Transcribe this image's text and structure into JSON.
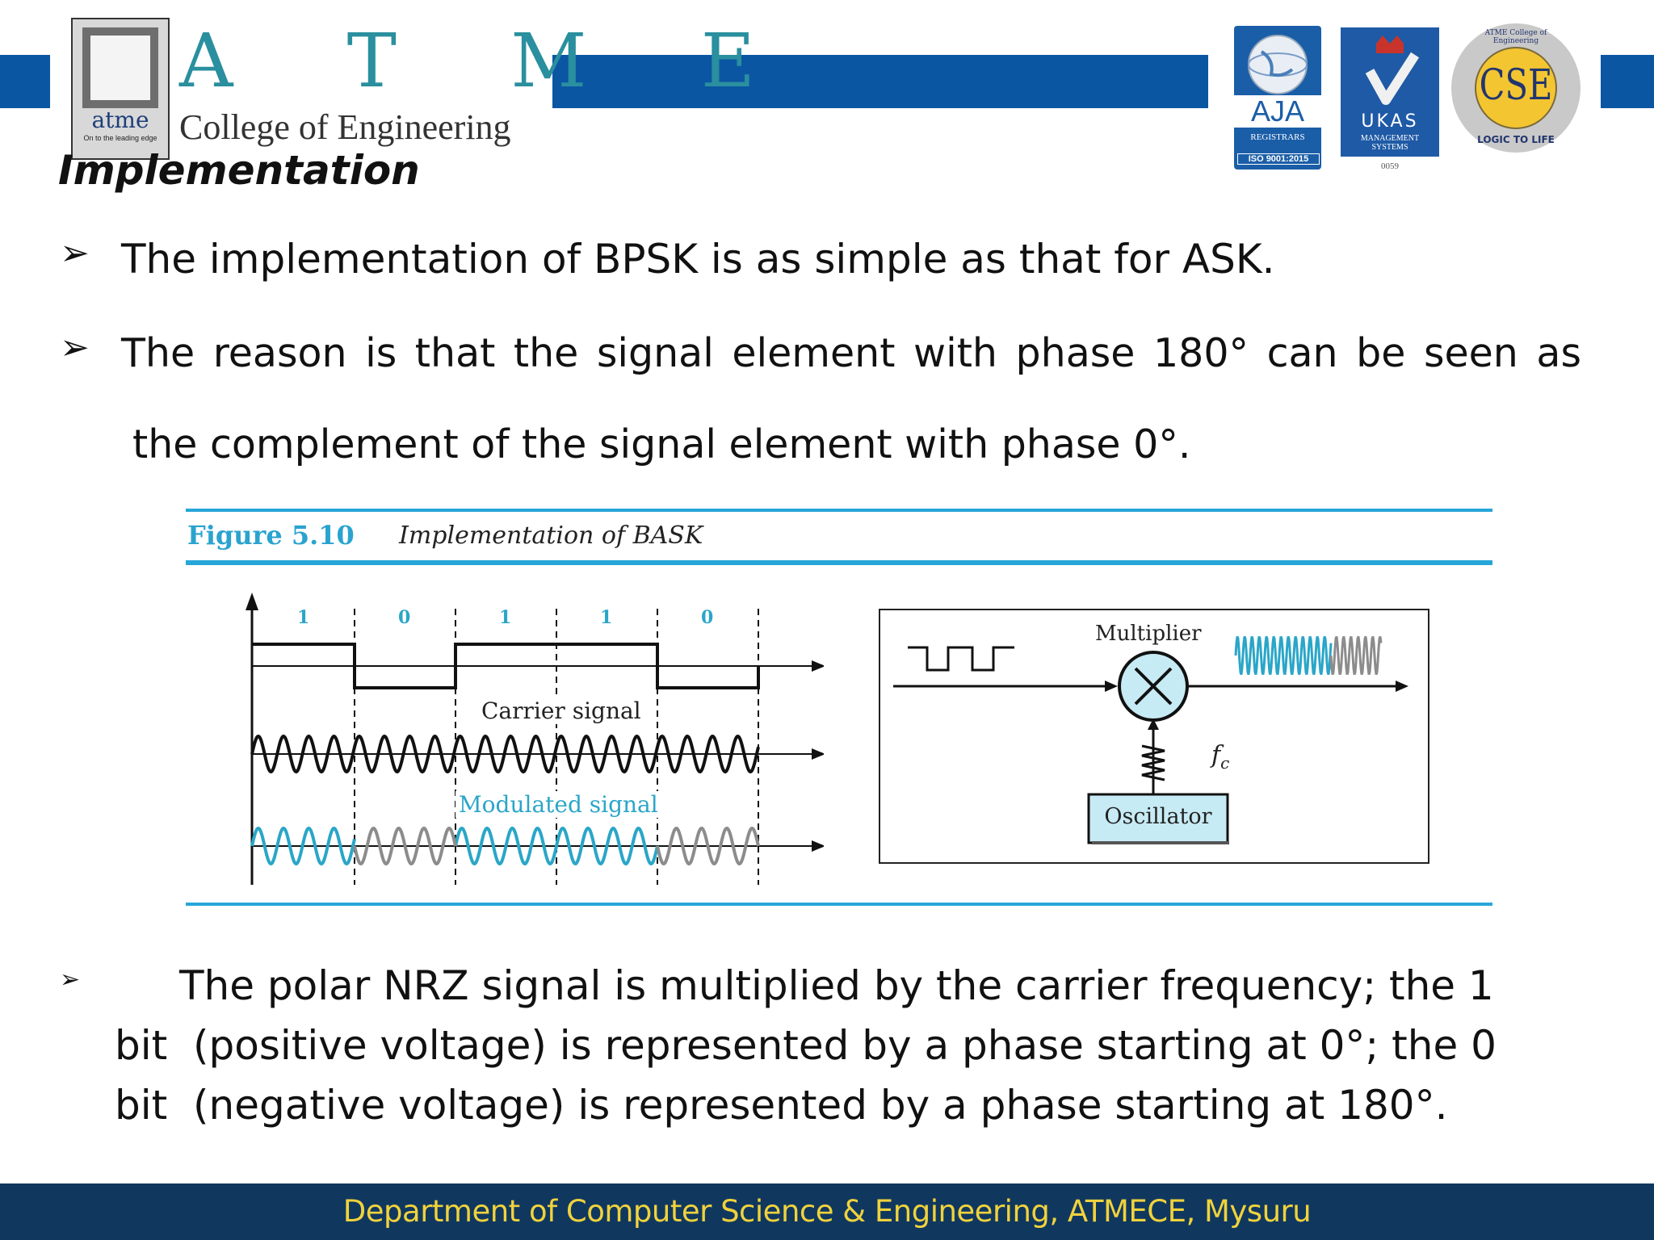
{
  "header": {
    "logo_word": "atme",
    "logo_tagline": "On to the leading edge",
    "brand_letters": "A T M E",
    "college_name": "College of Engineering",
    "cert_aja": "AJA",
    "cert_aja_sub": "REGISTRARS",
    "cert_aja_iso": "ISO 9001:2015",
    "cert_ukas": "UKAS",
    "cert_ukas_sub": "MANAGEMENT SYSTEMS",
    "cert_ukas_num": "0059",
    "cert_cse": "CSE",
    "cert_cse_ring": "ATME College of Engineering",
    "cert_cse_motto": "LOGIC TO LIFE"
  },
  "slide": {
    "heading": "Implementation",
    "bullet1": "The implementation of BPSK is as simple as that for ASK.",
    "bullet2_line1": "The reason is that the signal element with phase 180° can be seen as",
    "bullet2_line2": "the complement of the signal element with phase 0°.",
    "bullet3_line1": "The polar NRZ signal is multiplied by the carrier frequency; the 1",
    "bullet3_line2": "bit  (positive voltage) is represented by a phase starting at 0°; the 0",
    "bullet3_line3": "bit  (negative voltage) is represented by a phase starting at 180°."
  },
  "figure": {
    "number": "Figure 5.10",
    "title": "Implementation of BASK",
    "bits": [
      "1",
      "0",
      "1",
      "1",
      "0"
    ],
    "carrier_label": "Carrier signal",
    "modulated_label": "Modulated signal",
    "multiplier_label": "Multiplier",
    "oscillator_label": "Oscillator",
    "fc_label": "f",
    "fc_sub": "c"
  },
  "footer": {
    "text": "Department of Computer Science & Engineering, ATMECE, Mysuru"
  },
  "colors": {
    "band_blue": "#0b56a3",
    "footer_bg": "#10385f",
    "footer_text": "#f0d23c",
    "figure_accent": "#27a6d8"
  }
}
